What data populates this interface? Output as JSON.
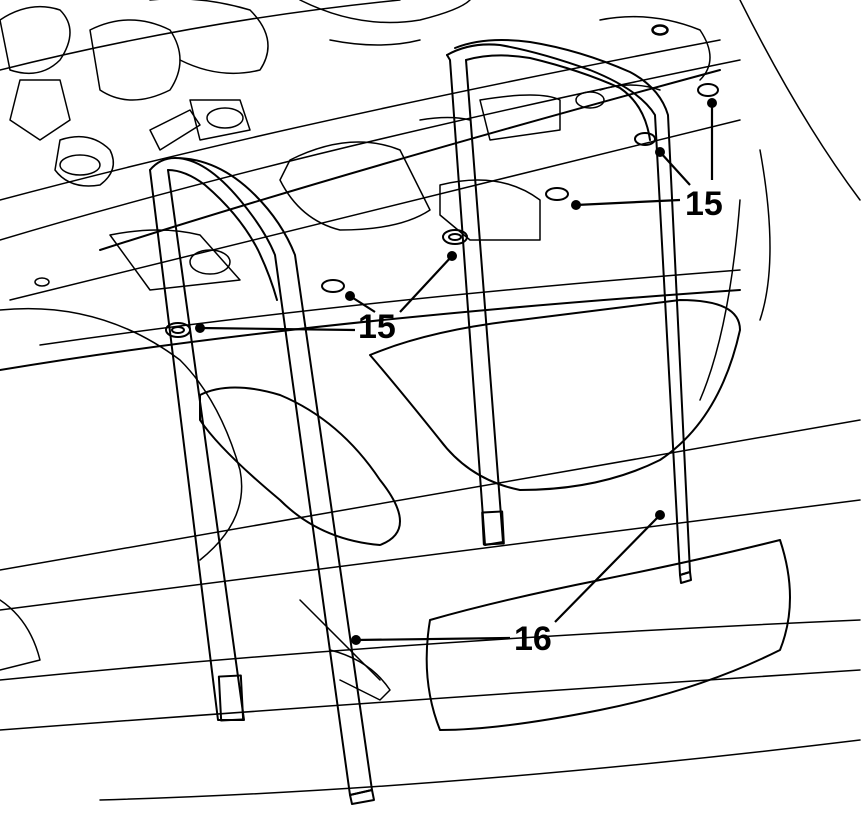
{
  "callouts": {
    "bolt_label_upper_right": "15",
    "bolt_label_center": "15",
    "strap_label": "16"
  },
  "colors": {
    "line": "#000000",
    "background": "#ffffff"
  }
}
